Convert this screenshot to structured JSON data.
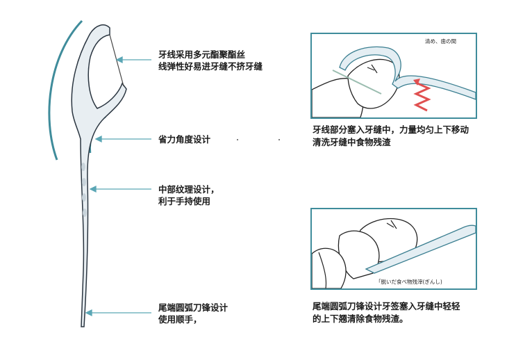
{
  "callouts": {
    "floss": {
      "line1": "牙线采用多元酯聚酯丝",
      "line2": "线弹性好易进牙缝不挤牙缝"
    },
    "angle": {
      "line1": "省力角度设计"
    },
    "grip": {
      "line1": "中部纹理设计，",
      "line2": "利于手持使用"
    },
    "tip": {
      "line1": "尾端圆弧刀锋设计",
      "line2": "使用顺手，"
    }
  },
  "panels": {
    "top": {
      "note": "清め、歯の間",
      "caption_line1": "牙线部分塞入牙缝中，力量均匀上下移动",
      "caption_line2": "清洗牙缝中食物残渣"
    },
    "bottom": {
      "note": "「脱いだ食べ物残滓(ぎんし)",
      "caption_line1": "尾端圆弧刀锋设计牙签塞入牙缝中轻轻",
      "caption_line2": "的上下翘清除食物残渣。"
    }
  },
  "colors": {
    "accent": "#3f8c9b",
    "arrow": "#e05050",
    "pick": "#e8eef2",
    "pick_outline": "#2a3540"
  }
}
